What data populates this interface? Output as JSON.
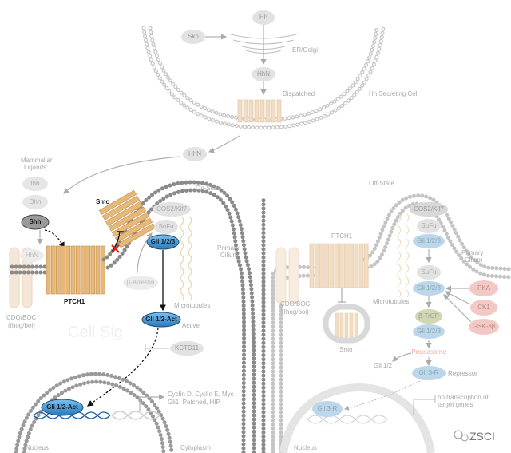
{
  "secreting_cell": {
    "hh": "Hh",
    "skn": "Skn",
    "er_golgi": "ER/Golgi",
    "hhn": "HhN",
    "dispatched": "Dispatched",
    "cell_label": "Hh Secreting Cell"
  },
  "on_state": {
    "title": "On-State",
    "hhn_released": "HhN",
    "ligands_title_1": "Mammalian",
    "ligands_title_2": "Ligands:",
    "ihh": "Ihh",
    "dhh": "Dhh",
    "shh": "Shh",
    "hhn_bound": "HhN",
    "cdo_boc_1": "CDO/BOC",
    "cdo_boc_2": "(Ihog/boi)",
    "ptch1": "PTCH1",
    "smo": "Smo",
    "cos2": "COS2/Kif7",
    "sufu": "SuFu",
    "gli123": "Gli 1/2/3",
    "arrestin": "β-Arrestin",
    "microtubules": "Microtubules",
    "primary_cilium_1": "Primary",
    "primary_cilium_2": "Cilium",
    "gli_act": "Gli 1/2-Act",
    "active": "Active",
    "kctd11": "KCTD11",
    "gli_act_nucleus": "Gli 1/2-Act",
    "targets_1": "Cyclin D, Cyclin E, Myc",
    "targets_2": "Gli1, Patched, HIP",
    "nucleus": "Nucleus",
    "cytoplasm": "Cytoplasm"
  },
  "off_state": {
    "title": "Off-State",
    "ptch1": "PTCH1",
    "cdo_boc_1": "CDO/BOC",
    "cdo_boc_2": "(Ihog/boi)",
    "smo": "Smo",
    "microtubules": "Microtubules",
    "cos2": "COS2/Kif7",
    "sufu_1": "SuFu",
    "gli_1": "Gli 1/2/3",
    "sufu_2": "SuFu",
    "gli_2": "Gli 1/2/3",
    "btrcp": "β-TrCP",
    "gli_3": "Gli 1/2/3",
    "proteasome": "Proteasome",
    "gli12": "Gli 1/2",
    "gli3r": "Gli 3-R",
    "repressor": "Repressor",
    "pka": "PKA",
    "ck1": "CK1",
    "gsk3b": "GSK-3β",
    "primary_cilium_1": "Primary",
    "primary_cilium_2": "Cilium",
    "gli3r_nucleus": "Gli 3-R",
    "no_transcription_1": "no transcription of",
    "no_transcription_2": "target genes",
    "nucleus": "Nucleus"
  },
  "watermark": "Cell Sig",
  "logo": "ZSCI",
  "colors": {
    "gli_active": "#3d8fd0",
    "gli_faded": "#bcd6ec",
    "protein": "#e8b878",
    "protein_faded": "#f1dcc4",
    "kinase": "#f3c9c6",
    "btrcp": "#cfd8b0",
    "gray_node": "#e2e2e2"
  }
}
